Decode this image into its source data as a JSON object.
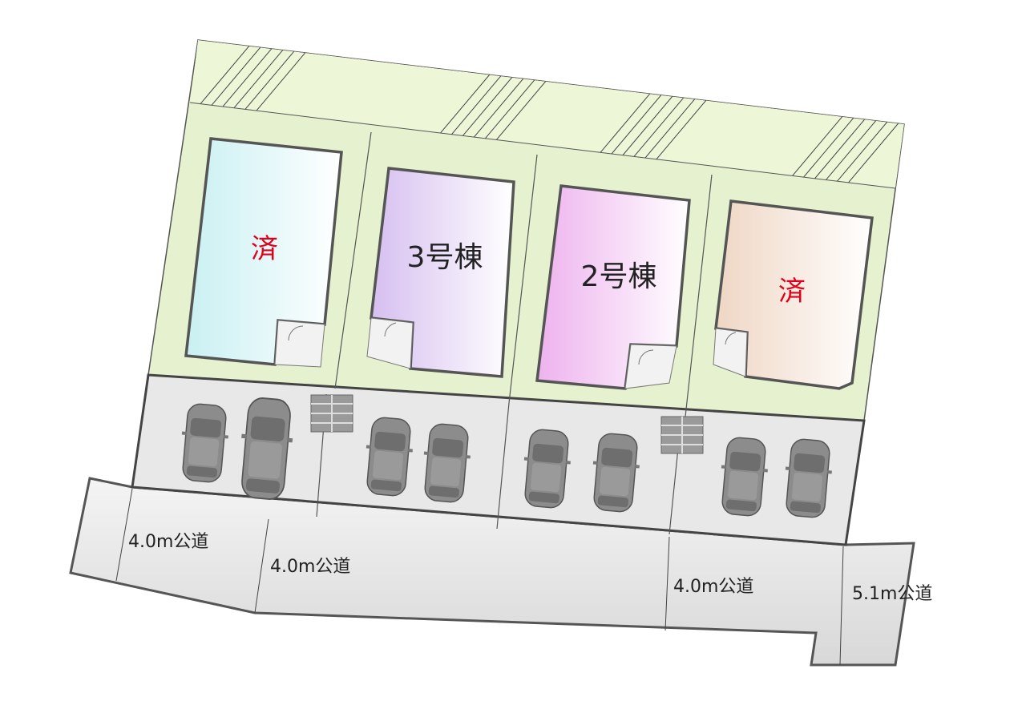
{
  "lots": [
    {
      "label": "済",
      "status": "sold",
      "color_from": "#c9f0f2",
      "color_to": "#ffffff",
      "label_color": "#e0001b"
    },
    {
      "label": "3号棟",
      "status": "available",
      "color_from": "#d6bff0",
      "color_to": "#ffffff",
      "label_color": "#222222"
    },
    {
      "label": "2号棟",
      "status": "available",
      "color_from": "#eeb2ee",
      "color_to": "#ffffff",
      "label_color": "#222222"
    },
    {
      "label": "済",
      "status": "sold",
      "color_from": "#efd6c4",
      "color_to": "#ffffff",
      "label_color": "#e0001b"
    }
  ],
  "roads": [
    {
      "label": "4.0m公道"
    },
    {
      "label": "4.0m公道"
    },
    {
      "label": "4.0m公道"
    },
    {
      "label": "5.1m公道"
    }
  ],
  "colors": {
    "lot_green": "#e6f2cf",
    "parking_gray": "#e8e8e8",
    "road_gray": "#e3e3e3",
    "outline": "#555555"
  }
}
